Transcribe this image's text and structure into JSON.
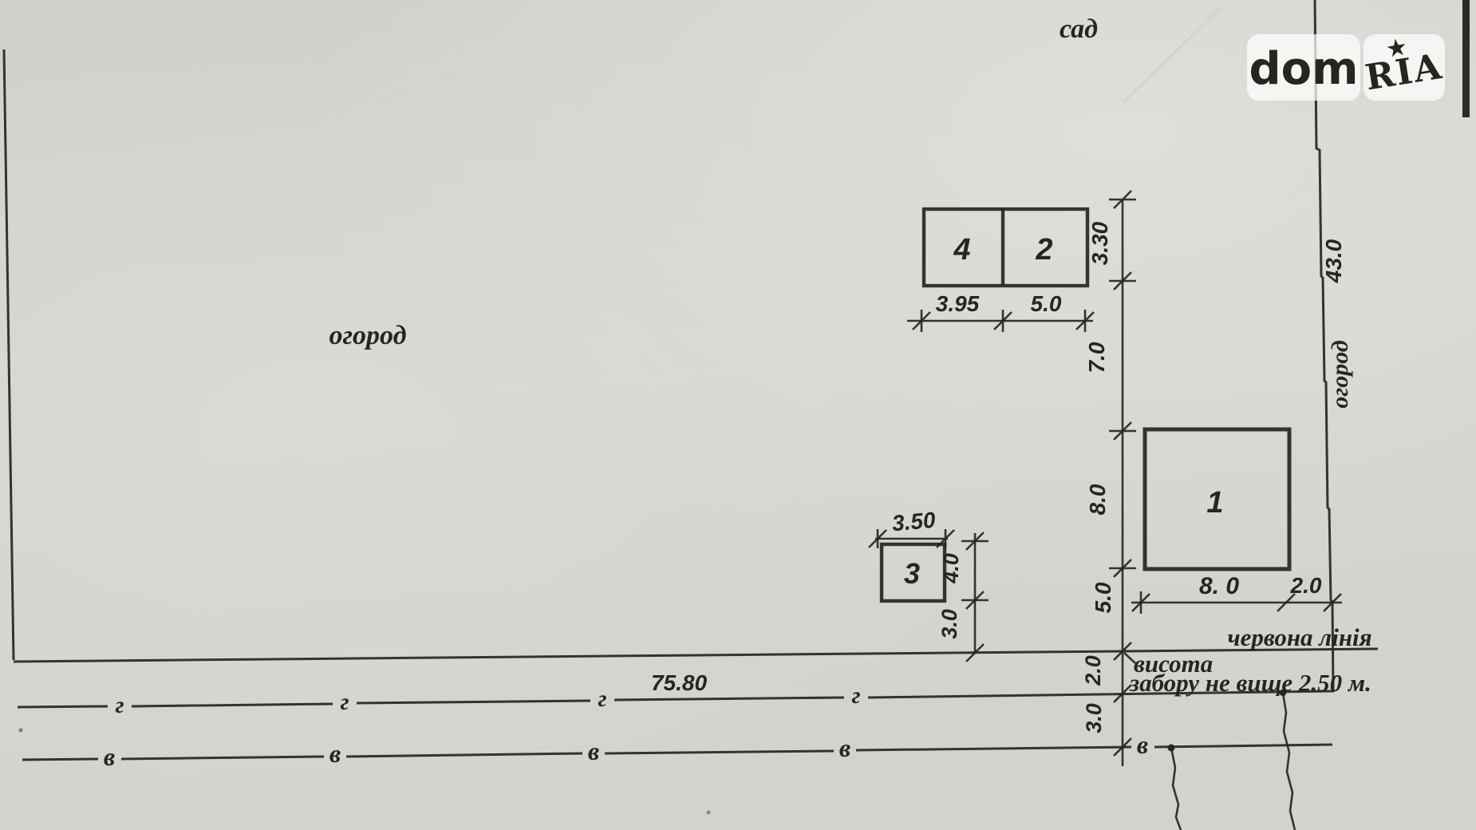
{
  "areas": {
    "garden_top": "сад",
    "garden_left": "огород",
    "garden_right": "огород"
  },
  "right_boundary_length": "43.0",
  "buildings": {
    "b1": "1",
    "b2": "2",
    "b3": "3",
    "b4": "4"
  },
  "dims": {
    "b4_width": "3.95",
    "b2_width": "5.0",
    "b42_height": "3.30",
    "b42_to_b1": "7.0",
    "b1_depth": "8.0",
    "b1_to_red_line": "5.0",
    "red_to_gas": "2.0",
    "gas_to_water": "3.0",
    "b1_width": "8. 0",
    "b1_to_boundary": "2.0",
    "b3_width": "3.50",
    "b3_depth": "4.0",
    "b3_to_red_line": "3.0",
    "frontage": "75.80"
  },
  "labels": {
    "red_line": "червона лінія",
    "fence_note_1": "висота",
    "fence_note_2": "забору не вище 2.50 м."
  },
  "utilities": {
    "gas": "г",
    "water": "в"
  },
  "watermark": {
    "dom": "dom",
    "ria": "RIA",
    "star": "★"
  }
}
